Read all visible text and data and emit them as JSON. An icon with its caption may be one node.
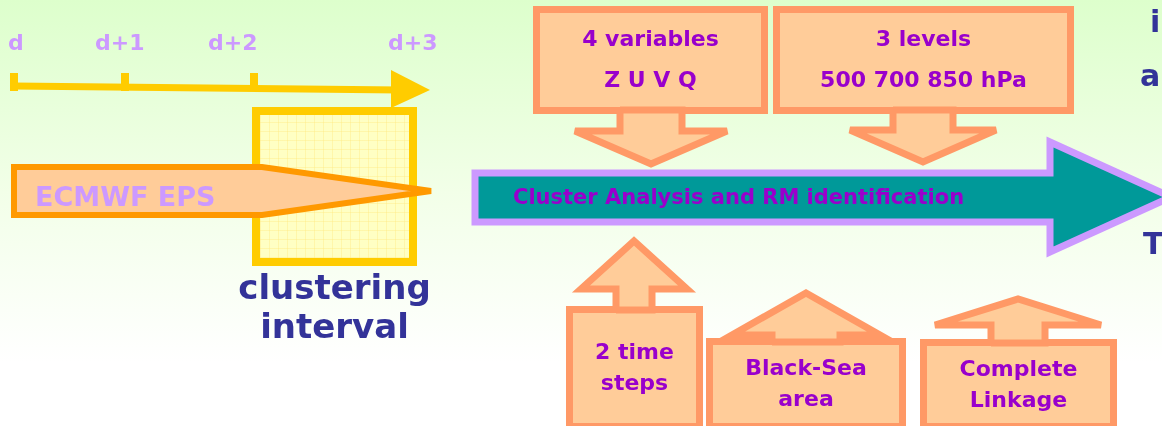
{
  "diagram": {
    "nodes": [
      {
        "text": [
          "ECMWF EPS"
        ]
      },
      {
        "text": [],
        "shape": "box",
        "beside": [
          "clustering interval"
        ]
      },
      {
        "text": [
          "Cluster Analysis and RM identification"
        ]
      },
      {
        "text": [
          "4 variables",
          "Z U V Q"
        ]
      },
      {
        "text": [
          "3 levels",
          "500 700 850 hPa"
        ]
      },
      {
        "text": [
          "2 time steps"
        ]
      },
      {
        "text": [
          "Black-Sea area"
        ]
      },
      {
        "text": [
          "Complete Linkage"
        ]
      }
    ],
    "edges": [
      {
        "from": 3,
        "to": 2,
        "arrow": "to"
      },
      {
        "from": 4,
        "to": 2,
        "arrow": "to"
      },
      {
        "from": 5,
        "to": 2,
        "arrow": "to"
      },
      {
        "from": 6,
        "to": 2,
        "arrow": "to"
      },
      {
        "from": 7,
        "to": 2,
        "arrow": "to"
      }
    ],
    "labels": [
      "d",
      "d+1",
      "d+2",
      "d+3",
      "i",
      "a",
      "T"
    ]
  }
}
